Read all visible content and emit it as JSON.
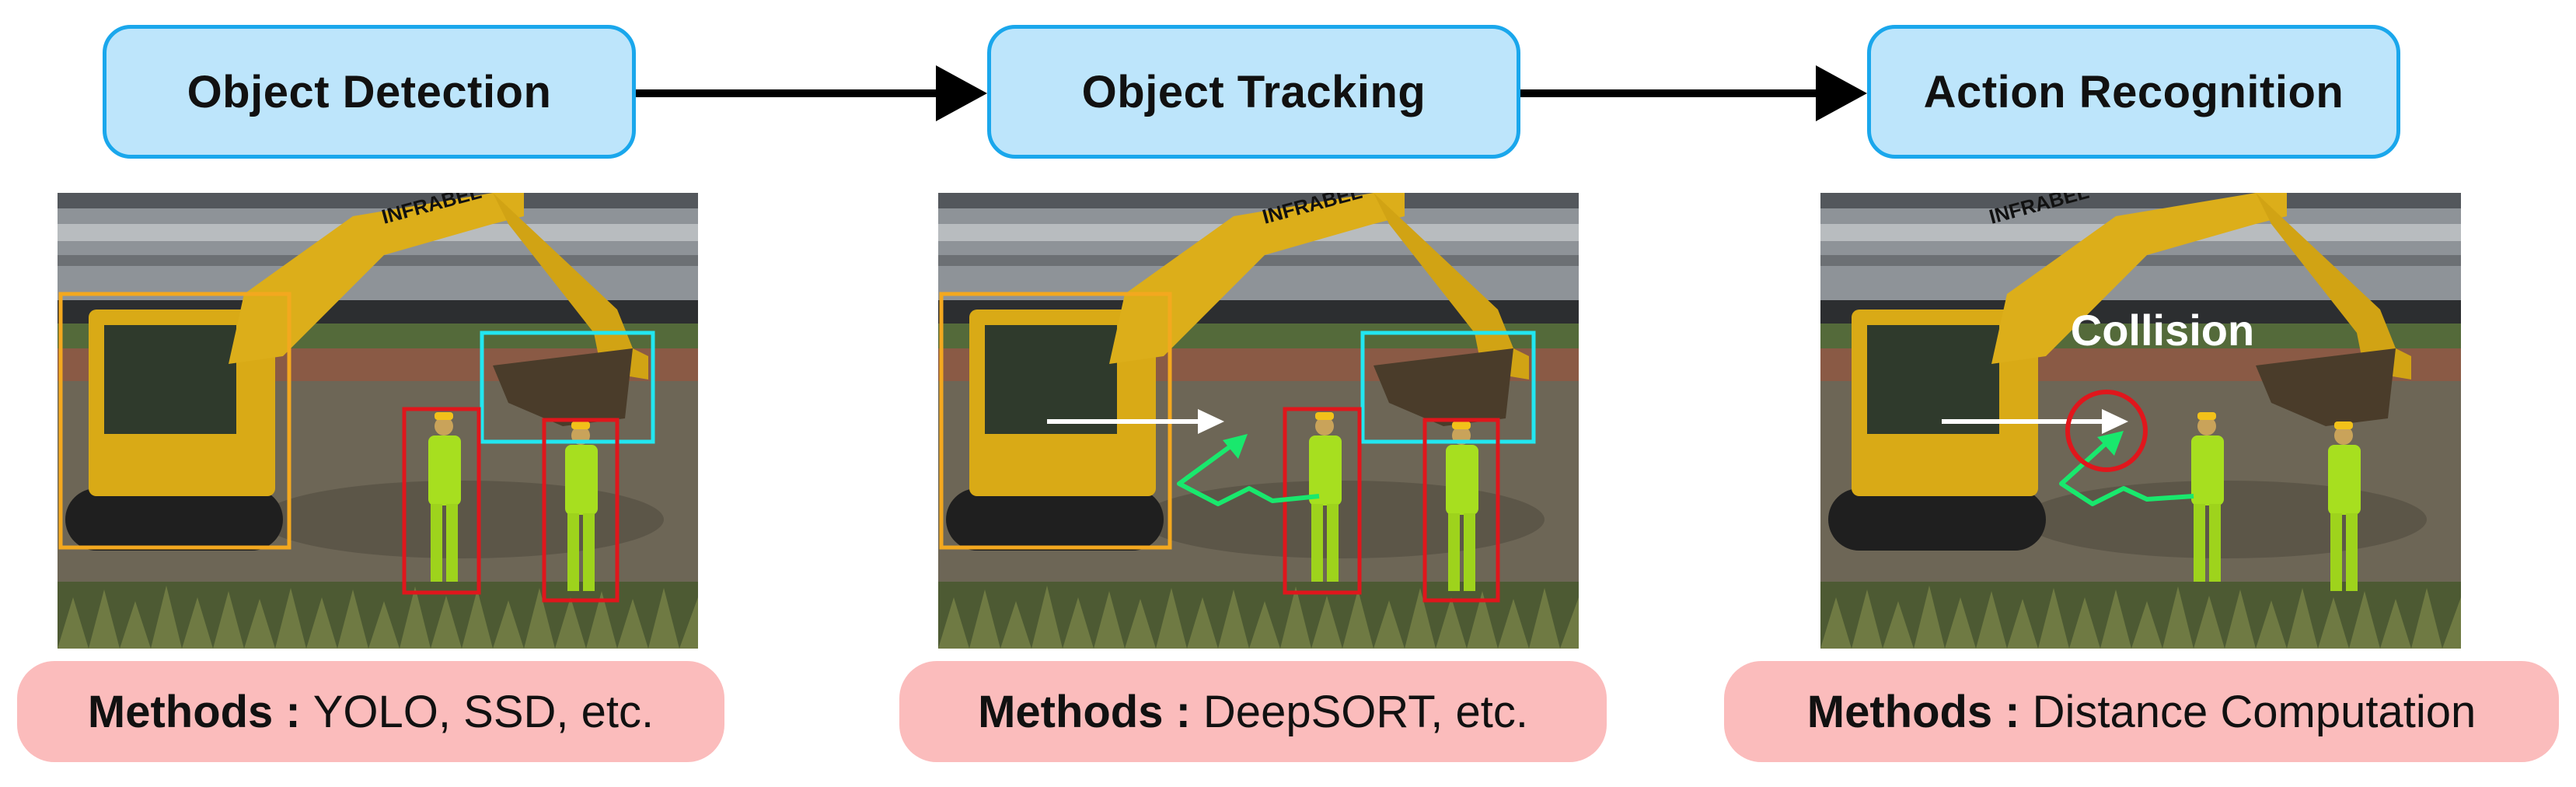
{
  "stages": [
    {
      "label": "Object Detection"
    },
    {
      "label": "Object Tracking"
    },
    {
      "label": "Action Recognition"
    }
  ],
  "methods": [
    {
      "prefix": "Methods :",
      "text": "YOLO, SSD, etc."
    },
    {
      "prefix": "Methods :",
      "text": "DeepSORT, etc."
    },
    {
      "prefix": "Methods :",
      "text": "Distance Computation"
    }
  ],
  "scene": {
    "excavator_brand": "INFRABEL",
    "collision_label": "Collision"
  },
  "colors": {
    "stage_fill": "#bde5fb",
    "stage_border": "#1aa7ec",
    "method_fill": "#fbbcbc",
    "excavator_box": "#f3a81f",
    "bucket_box": "#22e6f0",
    "worker_box": "#e0161c",
    "track_path": "#19e86d",
    "motion_arrow": "#ffffff",
    "collision_circle": "#e0161c"
  }
}
